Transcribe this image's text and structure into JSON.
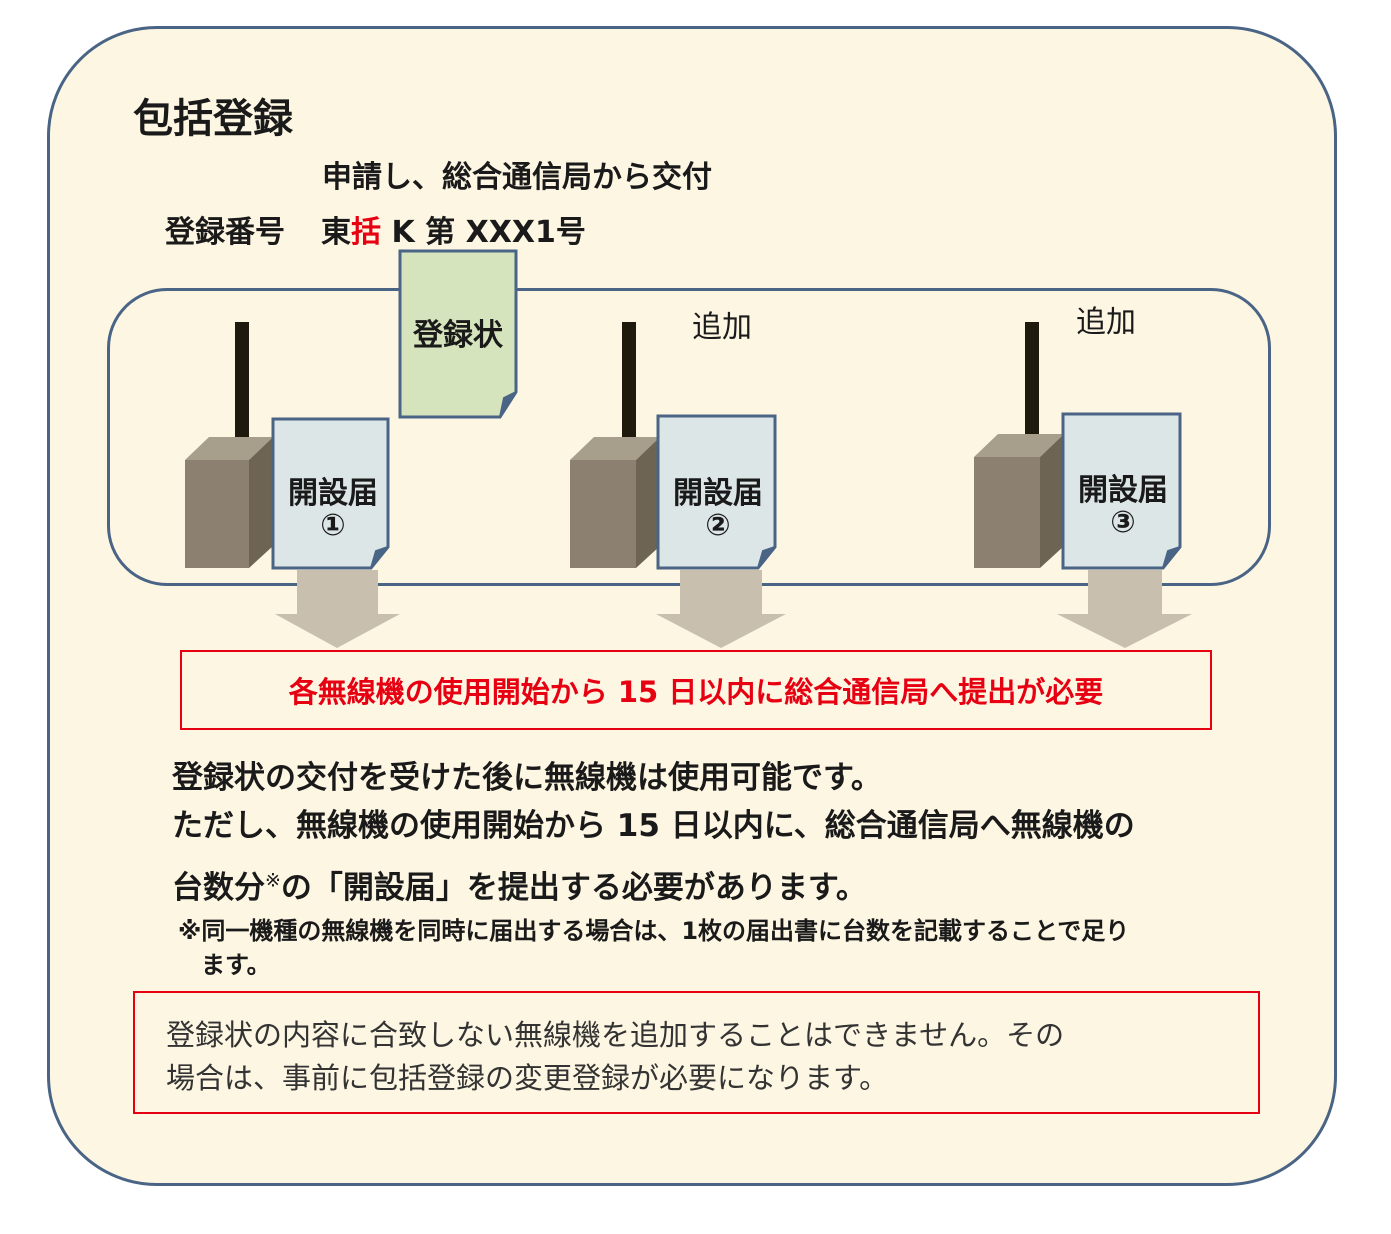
{
  "title": "包括登録",
  "application_line": "申請し、総合通信局から交付",
  "registration": {
    "label": "登録番号",
    "prefix": "東",
    "highlight": "括",
    "suffix": " K 第 XXX1号"
  },
  "certificate_label": "登録状",
  "stations": [
    {
      "doc_label": "開設届",
      "number": "①",
      "tag": ""
    },
    {
      "doc_label": "開設届",
      "number": "②",
      "tag": "追加"
    },
    {
      "doc_label": "開設届",
      "number": "③",
      "tag": "追加"
    }
  ],
  "deadline_notice": "各無線機の使用開始から 15 日以内に総合通信局へ提出が必要",
  "explanation": {
    "line1": "登録状の交付を受けた後に無線機は使用可能です。",
    "line2": "ただし、無線機の使用開始から 15 日以内に、総合通信局へ無線機の",
    "line3_a": "台数分",
    "line3_mark": "※",
    "line3_b": "の「開設届」を提出する必要があります。"
  },
  "footnote": {
    "line1": "※同一機種の無線機を同時に届出する場合は、1枚の届出書に台数を記載することで足り",
    "line2": "ます。"
  },
  "restriction": {
    "line1": "登録状の内容に合致しない無線機を追加することはできません。その",
    "line2": "場合は、事前に包括登録の変更登録が必要になります。"
  },
  "colors": {
    "outer_border": "#4a6486",
    "background": "#fdf6e3",
    "alert_red": "#e60012",
    "certificate_fill": "#d5e4bc",
    "form_fill": "#dce6e6",
    "device_fill": "#8c8070",
    "arrow_fill": "#c8bfae"
  }
}
